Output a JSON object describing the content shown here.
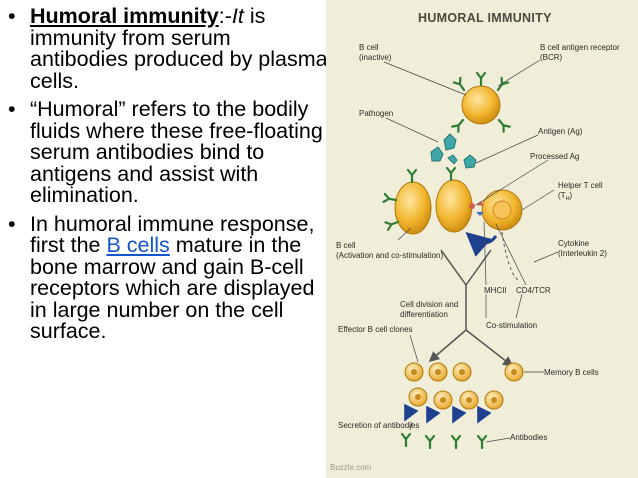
{
  "bullets": {
    "b1": {
      "term": "Humoral immunity",
      "sep": ":-",
      "italic": "It",
      "rest": " is immunity from serum antibodies produced by plasma cells."
    },
    "b2": {
      "text": "“Humoral” refers to the bodily fluids where these free-floating serum antibodies bind to antigens and assist with elimination."
    },
    "b3": {
      "before": "In humoral immune response, first the ",
      "link": "B cells",
      "after": " mature in the bone marrow and gain B-cell receptors  which are displayed in large number on the cell surface."
    }
  },
  "figure": {
    "title": "HUMORAL IMMUNITY",
    "labels": {
      "b_cell_inactive_1": "B cell",
      "b_cell_inactive_2": "(inactive)",
      "bcr_1": "B cell antigen receptor",
      "bcr_2": "(BCR)",
      "pathogen": "Pathogen",
      "antigen": "Antigen (Ag)",
      "processed_ag": "Processed Ag",
      "helper_1": "Helper T cell",
      "helper_2": "(T",
      "helper_sub": "H",
      "helper_3": ")",
      "b_cell_act_1": "B cell",
      "b_cell_act_2": "(Activation and co-stimulation)",
      "cytokine_1": "Cytokine",
      "cytokine_2": "(Interleukin 2)",
      "mhcii": "MHCII",
      "cd4tcr": "CD4/TCR",
      "division_1": "Cell division and",
      "division_2": "differentiation",
      "costim": "Co-stimulation",
      "effector": "Effector B cell clones",
      "memory": "Memory B cells",
      "secretion": "Secretion of antibodies",
      "antibodies": "Antibodies",
      "watermark": "Buzzle.com"
    },
    "colors": {
      "background": "#f0edd8",
      "cell": "#f0b429",
      "cell_outline": "#b07a10",
      "pathogen": "#3fa7a7",
      "antibody": "#2e7d32",
      "arrow": "#1f3f8f"
    }
  }
}
